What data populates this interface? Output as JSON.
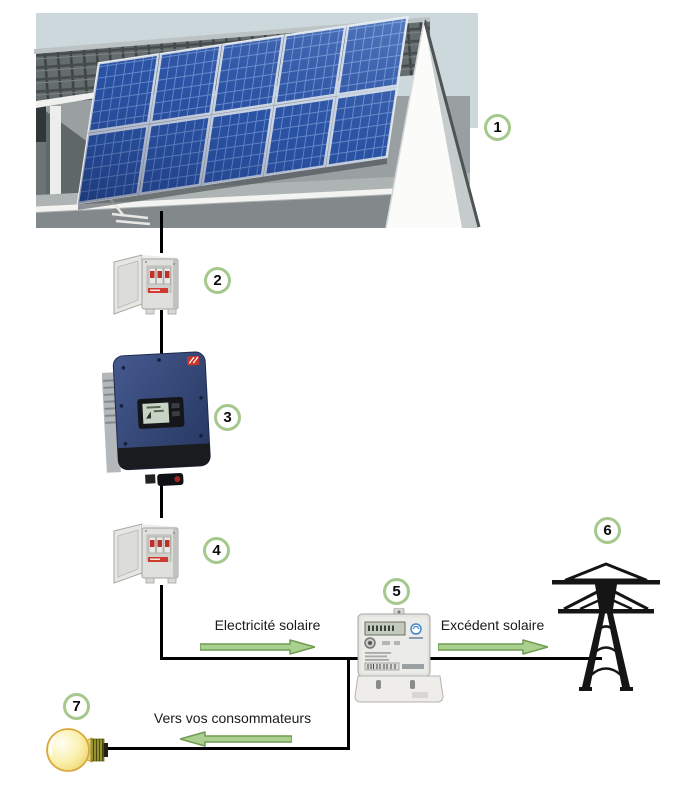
{
  "components": [
    {
      "key": "solar-panel-array",
      "number": "1"
    },
    {
      "key": "dc-circuit-breaker-box",
      "number": "2"
    },
    {
      "key": "inverter",
      "number": "3"
    },
    {
      "key": "ac-circuit-breaker-box",
      "number": "4"
    },
    {
      "key": "energy-meter",
      "number": "5"
    },
    {
      "key": "electric-grid-pylon",
      "number": "6"
    },
    {
      "key": "home-consumers-bulb",
      "number": "7"
    }
  ],
  "flows": {
    "solar_electricity": "Electricité solaire",
    "surplus": "Excédent solaire",
    "to_consumers": "Vers vos consommateurs"
  },
  "colors": {
    "badge_border": "#a5c88d",
    "arrow_fill": "#a9d08e",
    "arrow_stroke": "#6f9c50",
    "wire": "#000000",
    "sky": "#ccd8dc",
    "panel_blue": "#2d56a9",
    "inverter_blue": "#33497e",
    "breaker_red": "#c03028",
    "bulb_yellow": "#faf0ad"
  }
}
